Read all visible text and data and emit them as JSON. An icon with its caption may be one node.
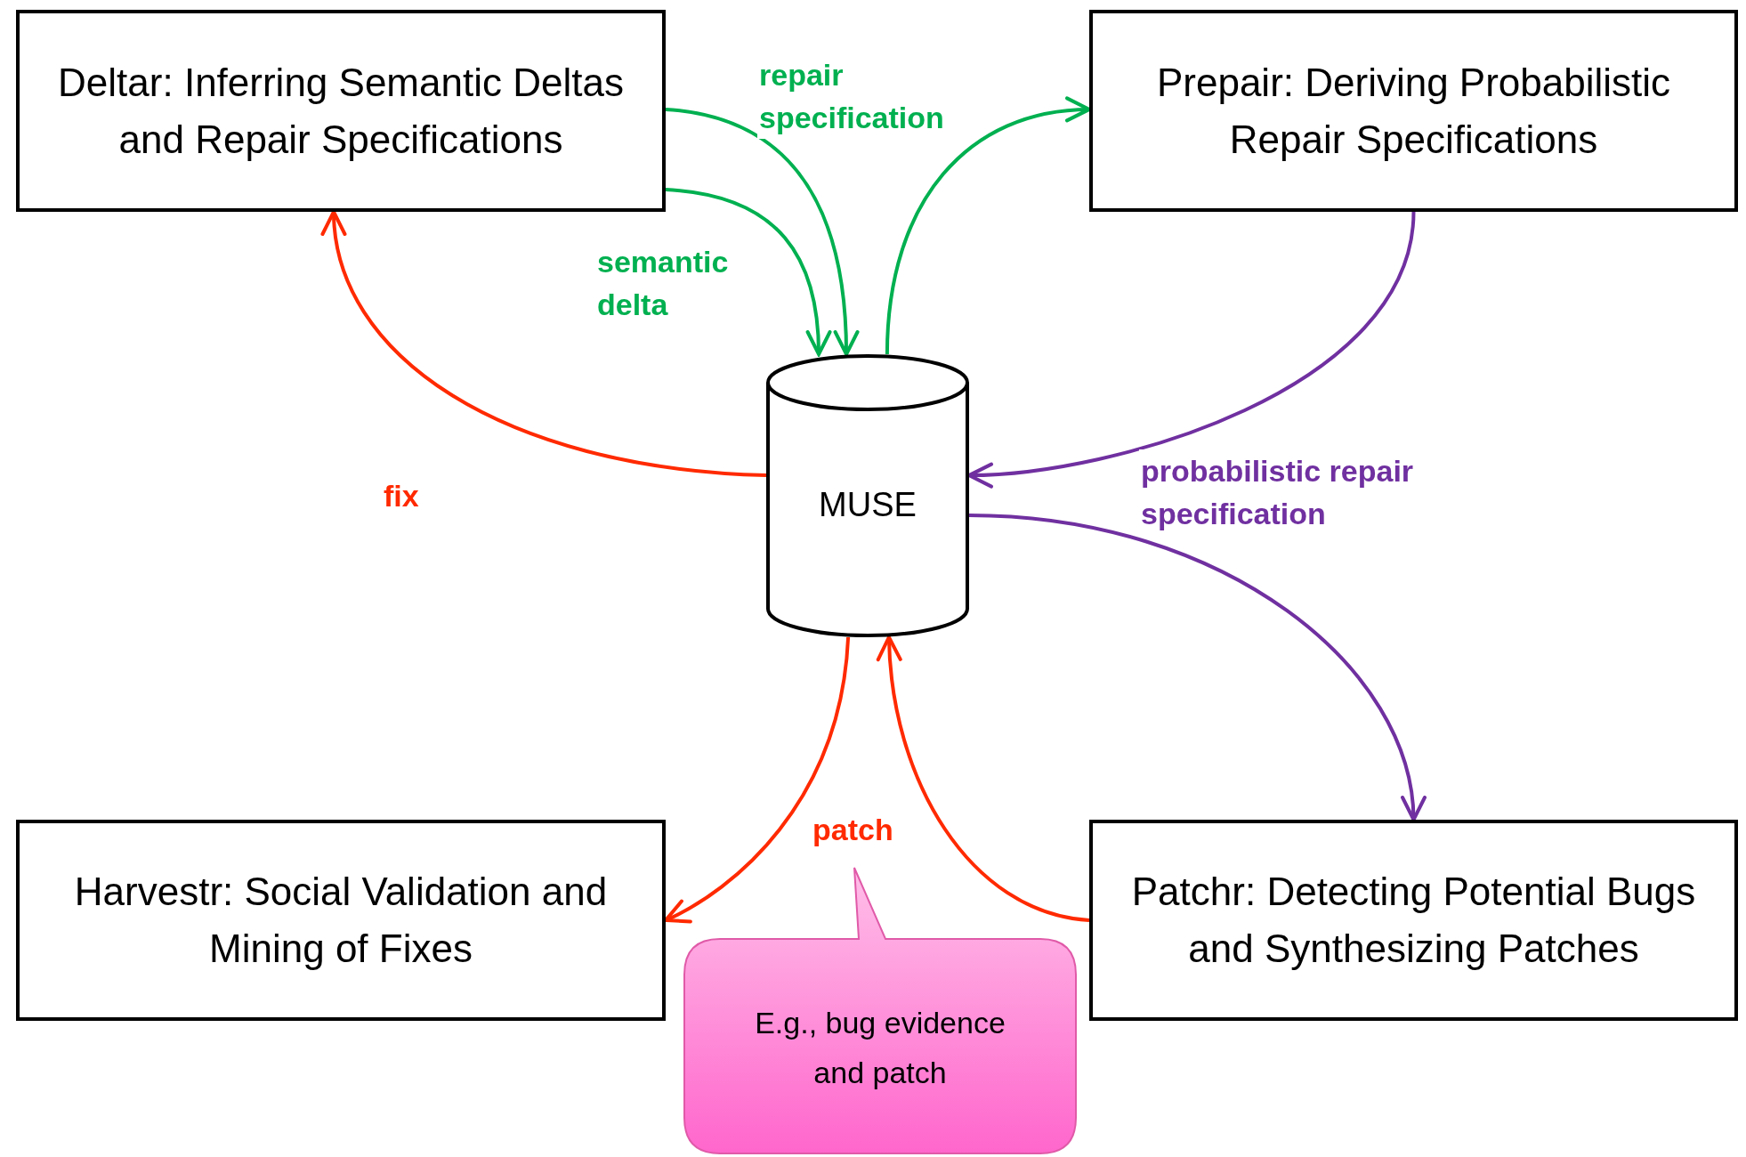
{
  "diagram": {
    "nodes": [
      {
        "text": [
          "Deltar: Inferring Semantic Deltas and Repair Specifications"
        ]
      },
      {
        "text": [
          "Prepair: Deriving Probabilistic Repair Specifications"
        ]
      },
      {
        "text": [
          "MUSE"
        ]
      },
      {
        "text": [
          "Harvestr: Social Validation and Mining of Fixes"
        ]
      },
      {
        "text": [
          "E.g., bug evidence and patch"
        ]
      },
      {
        "text": [
          "Patchr: Detecting Potential Bugs and Synthesizing Patches"
        ]
      }
    ],
    "edges": [
      {
        "from": 0,
        "to": 2,
        "arrow": "to",
        "label": "semantic delta",
        "color": "#00b050"
      },
      {
        "from": 0,
        "to": 2,
        "arrow": "to",
        "label": "repair specification",
        "color": "#00b050"
      },
      {
        "from": 2,
        "to": 1,
        "arrow": "to",
        "color": "#00b050"
      },
      {
        "from": 1,
        "to": 2,
        "arrow": "to",
        "label": "probabilistic repair specification",
        "color": "#7030a0"
      },
      {
        "from": 2,
        "to": 5,
        "arrow": "to",
        "color": "#7030a0"
      },
      {
        "from": 2,
        "to": 0,
        "arrow": "to",
        "label": "fix",
        "color": "#ff2a00"
      },
      {
        "from": 2,
        "to": 3,
        "arrow": "to",
        "label": "patch",
        "color": "#ff2a00"
      },
      {
        "from": 5,
        "to": 2,
        "arrow": "to",
        "color": "#ff2a00"
      }
    ]
  }
}
